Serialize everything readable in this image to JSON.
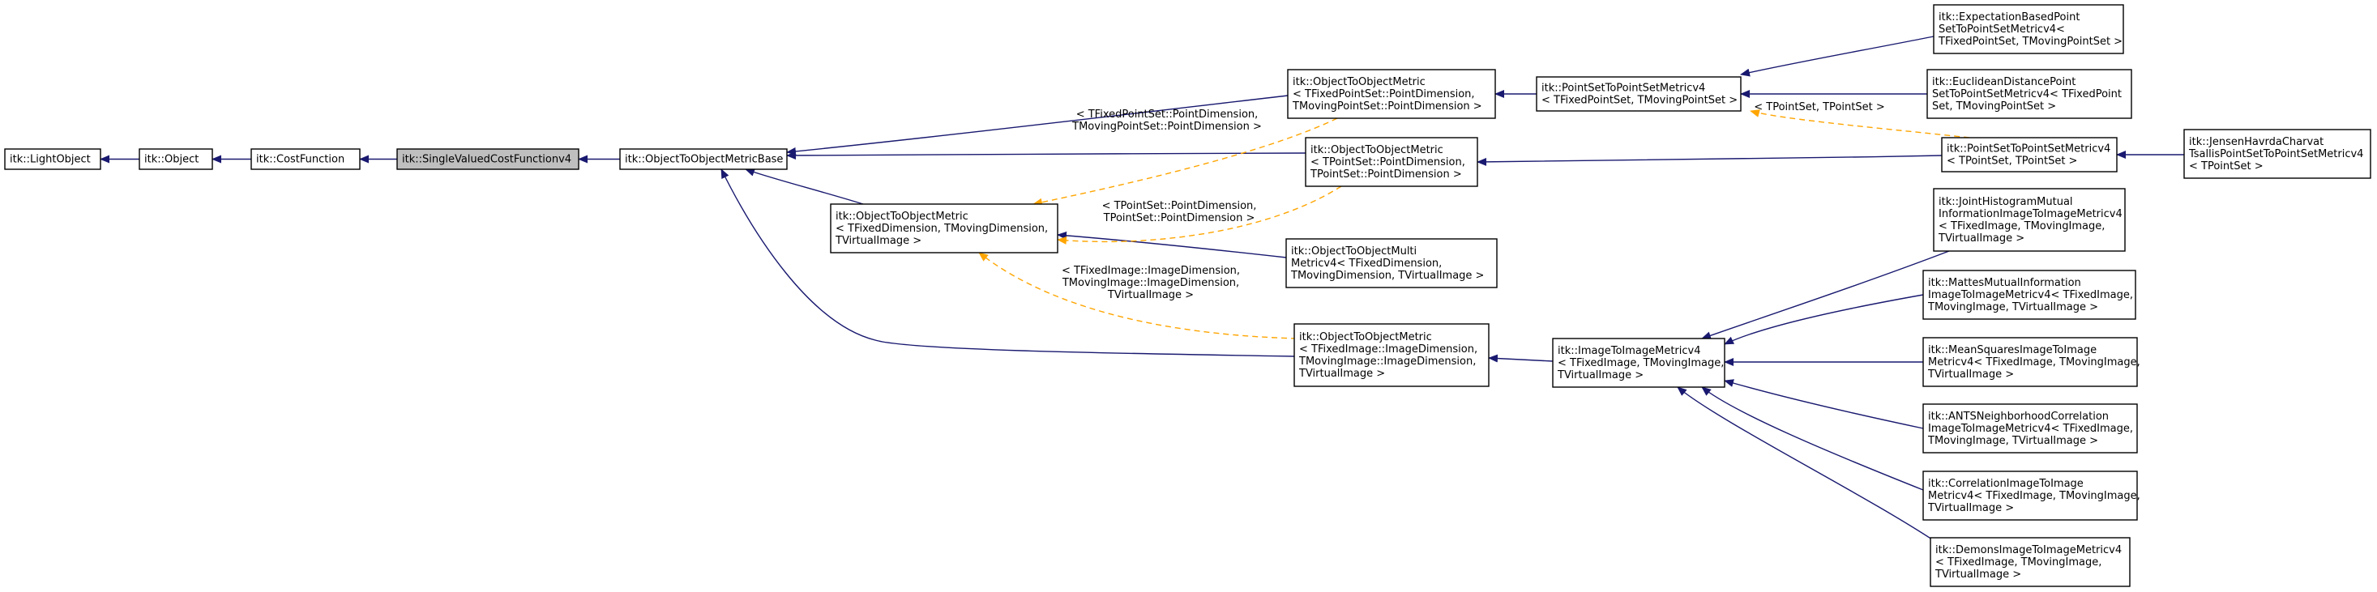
{
  "colors": {
    "inheritance": "#191970",
    "template": "#ffa500",
    "highlight": "#bfbfbf"
  },
  "nodes": [
    {
      "id": "lightobject",
      "lines": [
        "itk::LightObject"
      ]
    },
    {
      "id": "object",
      "lines": [
        "itk::Object"
      ]
    },
    {
      "id": "costfunction",
      "lines": [
        "itk::CostFunction"
      ]
    },
    {
      "id": "singlevalued",
      "lines": [
        "itk::SingleValuedCostFunctionv4"
      ],
      "highlight": true
    },
    {
      "id": "o2obase",
      "lines": [
        "itk::ObjectToObjectMetricBase"
      ]
    },
    {
      "id": "o2o_fpsmps",
      "lines": [
        "itk::ObjectToObjectMetric",
        "< TFixedPointSet::PointDimension,",
        "TMovingPointSet::PointDimension >"
      ]
    },
    {
      "id": "o2o_psps",
      "lines": [
        "itk::ObjectToObjectMetric",
        "< TPointSet::PointDimension,",
        "TPointSet::PointDimension >"
      ]
    },
    {
      "id": "o2o_template",
      "lines": [
        "itk::ObjectToObjectMetric",
        "< TFixedDimension, TMovingDimension,",
        "TVirtualImage >"
      ]
    },
    {
      "id": "o2o_multi",
      "lines": [
        "itk::ObjectToObjectMulti",
        "Metricv4< TFixedDimension,",
        "TMovingDimension, TVirtualImage >"
      ]
    },
    {
      "id": "o2o_image",
      "lines": [
        "itk::ObjectToObjectMetric",
        "< TFixedImage::ImageDimension,",
        "TMovingImage::ImageDimension,",
        "TVirtualImage >"
      ]
    },
    {
      "id": "ps2ps_fm",
      "lines": [
        "itk::PointSetToPointSetMetricv4",
        "< TFixedPointSet, TMovingPointSet >"
      ]
    },
    {
      "id": "ps2ps_ps",
      "lines": [
        "itk::PointSetToPointSetMetricv4",
        "< TPointSet, TPointSet >"
      ]
    },
    {
      "id": "i2i",
      "lines": [
        "itk::ImageToImageMetricv4",
        "< TFixedImage, TMovingImage,",
        "TVirtualImage >"
      ]
    },
    {
      "id": "expectation",
      "lines": [
        "itk::ExpectationBasedPoint",
        "SetToPointSetMetricv4<",
        "TFixedPointSet, TMovingPointSet >"
      ]
    },
    {
      "id": "euclidean",
      "lines": [
        "itk::EuclideanDistancePoint",
        "SetToPointSetMetricv4< TFixedPoint",
        "Set, TMovingPointSet >"
      ]
    },
    {
      "id": "jensen",
      "lines": [
        "itk::JensenHavrdaCharvat",
        "TsallisPointSetToPointSetMetricv4",
        "< TPointSet >"
      ]
    },
    {
      "id": "jointhist",
      "lines": [
        "itk::JointHistogramMutual",
        "InformationImageToImageMetricv4",
        "< TFixedImage, TMovingImage,",
        "TVirtualImage >"
      ]
    },
    {
      "id": "mattes",
      "lines": [
        "itk::MattesMutualInformation",
        "ImageToImageMetricv4< TFixedImage,",
        "TMovingImage, TVirtualImage >"
      ]
    },
    {
      "id": "meansquares",
      "lines": [
        "itk::MeanSquaresImageToImage",
        "Metricv4< TFixedImage, TMovingImage,",
        "TVirtualImage >"
      ]
    },
    {
      "id": "ants",
      "lines": [
        "itk::ANTSNeighborhoodCorrelation",
        "ImageToImageMetricv4< TFixedImage,",
        "TMovingImage, TVirtualImage >"
      ]
    },
    {
      "id": "correlation",
      "lines": [
        "itk::CorrelationImageToImage",
        "Metricv4< TFixedImage, TMovingImage,",
        "TVirtualImage >"
      ]
    },
    {
      "id": "demons",
      "lines": [
        "itk::DemonsImageToImageMetricv4",
        "< TFixedImage, TMovingImage,",
        "TVirtualImage >"
      ]
    }
  ],
  "edges": [
    {
      "from": "object",
      "to": "lightobject",
      "style": "solid"
    },
    {
      "from": "costfunction",
      "to": "object",
      "style": "solid"
    },
    {
      "from": "singlevalued",
      "to": "costfunction",
      "style": "solid"
    },
    {
      "from": "o2obase",
      "to": "singlevalued",
      "style": "solid"
    },
    {
      "from": "o2o_fpsmps",
      "to": "o2obase",
      "style": "solid"
    },
    {
      "from": "o2o_psps",
      "to": "o2obase",
      "style": "solid"
    },
    {
      "from": "o2o_template",
      "to": "o2obase",
      "style": "solid"
    },
    {
      "from": "o2o_image",
      "to": "o2obase",
      "style": "solid"
    },
    {
      "from": "o2o_multi",
      "to": "o2o_template",
      "style": "solid"
    },
    {
      "from": "o2o_fpsmps",
      "to": "o2o_template",
      "style": "dashed",
      "label": [
        "< TFixedPointSet::PointDimension,",
        "TMovingPointSet::PointDimension >"
      ]
    },
    {
      "from": "o2o_psps",
      "to": "o2o_template",
      "style": "dashed",
      "label": [
        "< TPointSet::PointDimension,",
        "TPointSet::PointDimension >"
      ]
    },
    {
      "from": "o2o_image",
      "to": "o2o_template",
      "style": "dashed",
      "label": [
        "< TFixedImage::ImageDimension,",
        "TMovingImage::ImageDimension,",
        "TVirtualImage >"
      ]
    },
    {
      "from": "ps2ps_fm",
      "to": "o2o_fpsmps",
      "style": "solid"
    },
    {
      "from": "ps2ps_ps",
      "to": "o2o_psps",
      "style": "solid"
    },
    {
      "from": "ps2ps_ps",
      "to": "ps2ps_fm",
      "style": "dashed",
      "label": [
        "< TPointSet, TPointSet >"
      ]
    },
    {
      "from": "i2i",
      "to": "o2o_image",
      "style": "solid"
    },
    {
      "from": "expectation",
      "to": "ps2ps_fm",
      "style": "solid"
    },
    {
      "from": "euclidean",
      "to": "ps2ps_fm",
      "style": "solid"
    },
    {
      "from": "jensen",
      "to": "ps2ps_ps",
      "style": "solid"
    },
    {
      "from": "jointhist",
      "to": "i2i",
      "style": "solid"
    },
    {
      "from": "mattes",
      "to": "i2i",
      "style": "solid"
    },
    {
      "from": "meansquares",
      "to": "i2i",
      "style": "solid"
    },
    {
      "from": "ants",
      "to": "i2i",
      "style": "solid"
    },
    {
      "from": "correlation",
      "to": "i2i",
      "style": "solid"
    },
    {
      "from": "demons",
      "to": "i2i",
      "style": "solid"
    }
  ]
}
